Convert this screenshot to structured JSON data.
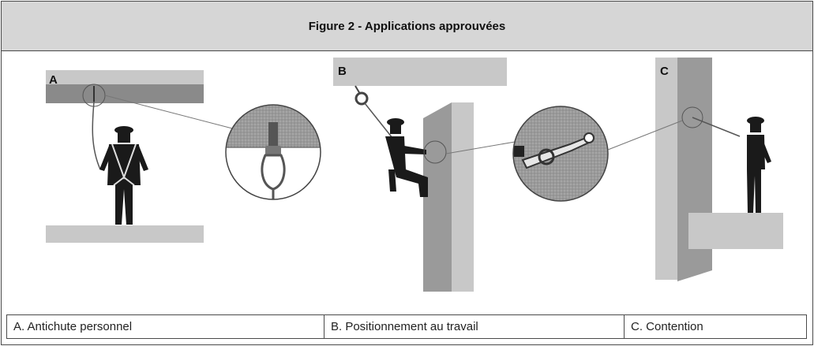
{
  "figure": {
    "title": "Figure 2 - Applications approuvées",
    "panels": [
      {
        "letter": "A",
        "caption": "A. Antichute personnel"
      },
      {
        "letter": "B",
        "caption": "B. Positionnement au travail"
      },
      {
        "letter": "C",
        "caption": "C. Contention"
      }
    ]
  }
}
